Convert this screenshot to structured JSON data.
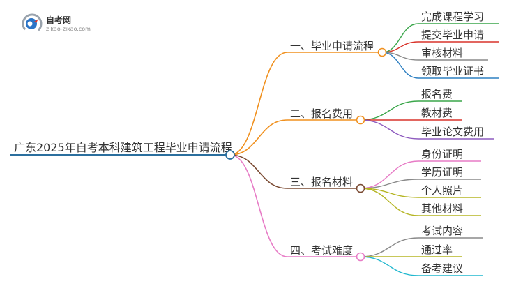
{
  "logo": {
    "name": "自考网",
    "url": "zikao-zikao.com",
    "colors": {
      "blue": "#2b74c7",
      "red": "#e23a2d",
      "gray": "#9aa3ad"
    }
  },
  "root": {
    "label": "广东2025年自考本科建筑工程毕业申请流程",
    "color": "#2b6f9e"
  },
  "branches": [
    {
      "label": "一、毕业申请流程",
      "color": "#f0901e",
      "children": [
        {
          "label": "完成课程学习",
          "color": "#3aa64a"
        },
        {
          "label": "提交毕业申请",
          "color": "#d9342b"
        },
        {
          "label": "审核材料",
          "color": "#8a8a8a"
        },
        {
          "label": "领取毕业证书",
          "color": "#2f80c2"
        }
      ]
    },
    {
      "label": "二、报名费用",
      "color": "#f0901e",
      "children": [
        {
          "label": "报名费",
          "color": "#3aa64a"
        },
        {
          "label": "教材费",
          "color": "#d9342b"
        },
        {
          "label": "毕业论文费用",
          "color": "#8e5bbf"
        }
      ]
    },
    {
      "label": "三、报名材料",
      "color": "#7a4a32",
      "children": [
        {
          "label": "身份证明",
          "color": "#e77cc6"
        },
        {
          "label": "学历证明",
          "color": "#8a8a8a"
        },
        {
          "label": "个人照片",
          "color": "#b5b523"
        },
        {
          "label": "其他材料",
          "color": "#b5b523"
        }
      ]
    },
    {
      "label": "四、考试难度",
      "color": "#e77cc6",
      "children": [
        {
          "label": "考试内容",
          "color": "#8a8a8a"
        },
        {
          "label": "通过率",
          "color": "#b5b523"
        },
        {
          "label": "备考建议",
          "color": "#22b8cf"
        }
      ]
    }
  ]
}
